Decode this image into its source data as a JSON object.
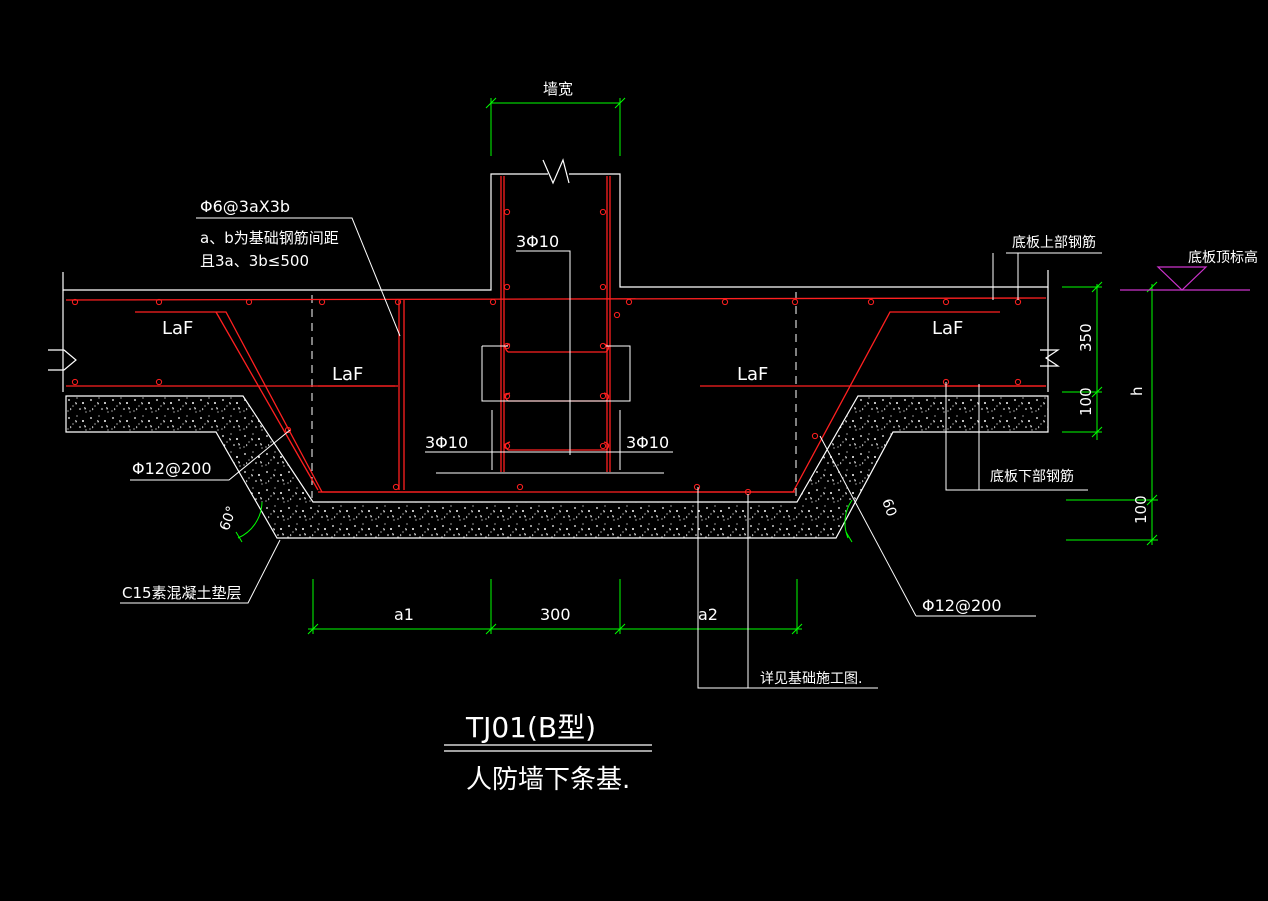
{
  "colors": {
    "background": "#000000",
    "outline": "#ffffff",
    "rebar": "#ff2020",
    "dimension": "#00ff00",
    "hatch": "#ffffff",
    "elevation": "#cc33cc"
  },
  "title": {
    "code": "TJ01(B型)",
    "name": "人防墙下条基."
  },
  "labels": {
    "wall_width": "墙宽",
    "stirrup_spec": "Φ6@3aX3b",
    "stirrup_note_1": "a、b为基础钢筋间距",
    "stirrup_note_2": "且3a、3b≤500",
    "wall_bars": "3Φ10",
    "bottom_bars_left": "3Φ10",
    "bottom_bars_right": "3Φ10",
    "anchor_top_left": "LaF",
    "anchor_mid_left": "LaF",
    "anchor_mid_right": "LaF",
    "anchor_top_right": "LaF",
    "slab_top_rebar": "底板上部钢筋",
    "slab_top_elev": "底板顶标高",
    "slab_bottom_rebar": "底板下部钢筋",
    "left_slope_bar": "Φ12@200",
    "right_slope_bar": "Φ12@200",
    "cushion": "C15素混凝土垫层",
    "see_plan": "详见基础施工图.",
    "angle_left": "60°",
    "angle_right": "60"
  },
  "dimensions": {
    "dim_350": "350",
    "dim_100_upper": "100",
    "dim_100_lower": "100",
    "dim_h": "h",
    "dim_a1": "a1",
    "dim_300": "300",
    "dim_a2": "a2"
  }
}
